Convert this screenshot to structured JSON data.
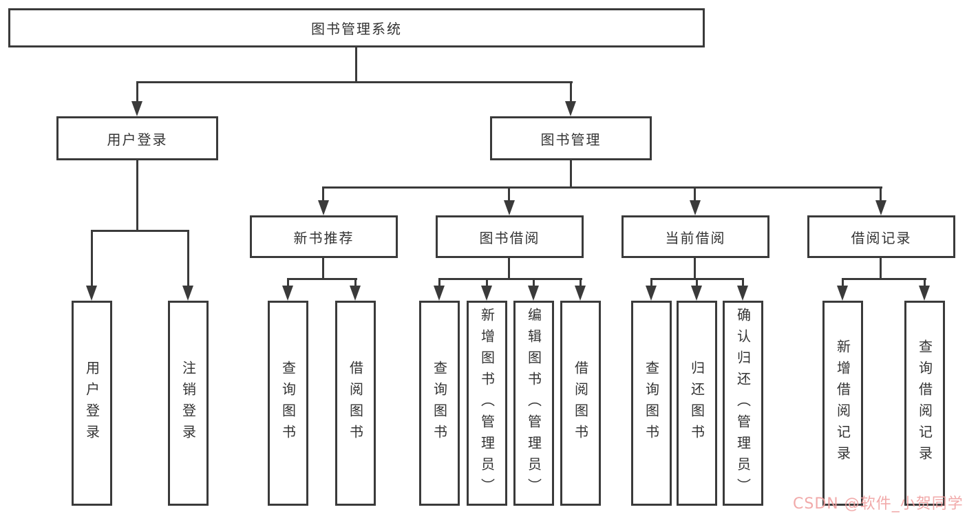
{
  "colors": {
    "line": "#3a3a3a",
    "box_border": "#3a3a3a",
    "text": "#333333",
    "background": "#ffffff",
    "watermark": "#f0a1a1"
  },
  "root": {
    "label": "图书管理系统"
  },
  "user_login": {
    "label": "用户登录",
    "children": [
      {
        "label": "用户登录"
      },
      {
        "label": "注销登录"
      }
    ]
  },
  "book_management": {
    "label": "图书管理",
    "sections": [
      {
        "label": "新书推荐",
        "children": [
          {
            "label": "查询图书"
          },
          {
            "label": "借阅图书"
          }
        ]
      },
      {
        "label": "图书借阅",
        "children": [
          {
            "label": "查询图书"
          },
          {
            "label": "新增图书（管理员）"
          },
          {
            "label": "编辑图书（管理员）"
          },
          {
            "label": "借阅图书"
          }
        ]
      },
      {
        "label": "当前借阅",
        "children": [
          {
            "label": "查询图书"
          },
          {
            "label": "归还图书"
          },
          {
            "label": "确认归还（管理员）"
          }
        ]
      },
      {
        "label": "借阅记录",
        "children": [
          {
            "label": "新增借阅记录"
          },
          {
            "label": "查询借阅记录"
          }
        ]
      }
    ]
  },
  "watermark": {
    "text": "CSDN @软件_小贺同学"
  }
}
